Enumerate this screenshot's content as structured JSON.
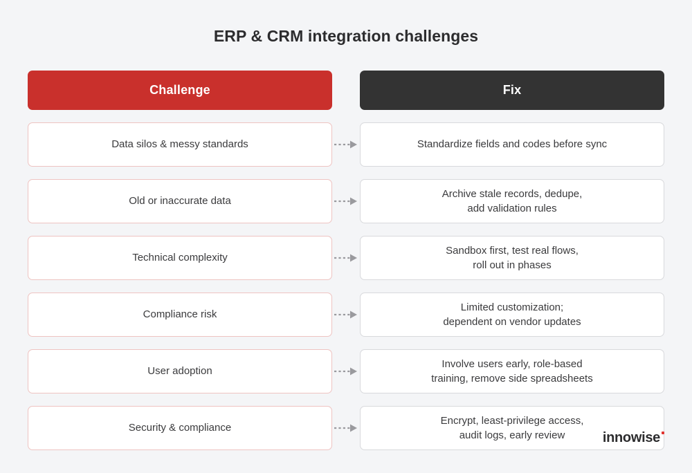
{
  "title": "ERP & CRM integration challenges",
  "theme": {
    "background": "#f4f5f7",
    "challenge_header_bg": "#c9302c",
    "fix_header_bg": "#333333",
    "challenge_cell_border": "#eec3c1",
    "fix_cell_border": "#d8d9dc",
    "text": "#3a3a3c",
    "arrow": "#9a9a9e",
    "logo_dot": "#e0322e"
  },
  "headers": {
    "challenge": "Challenge",
    "fix": "Fix"
  },
  "rows": [
    {
      "challenge": "Data silos & messy standards",
      "fix": "Standardize fields and codes before sync"
    },
    {
      "challenge": "Old or inaccurate data",
      "fix": "Archive stale records, dedupe,\nadd validation rules"
    },
    {
      "challenge": "Technical complexity",
      "fix": "Sandbox first, test real flows,\nroll out in phases"
    },
    {
      "challenge": "Compliance risk",
      "fix": "Limited customization;\ndependent on vendor updates"
    },
    {
      "challenge": "User adoption",
      "fix": "Involve users early, role-based\ntraining, remove side spreadsheets"
    },
    {
      "challenge": "Security & compliance",
      "fix": "Encrypt, least-privilege access,\naudit logs, early review"
    }
  ],
  "logo": {
    "word": "innowise"
  }
}
